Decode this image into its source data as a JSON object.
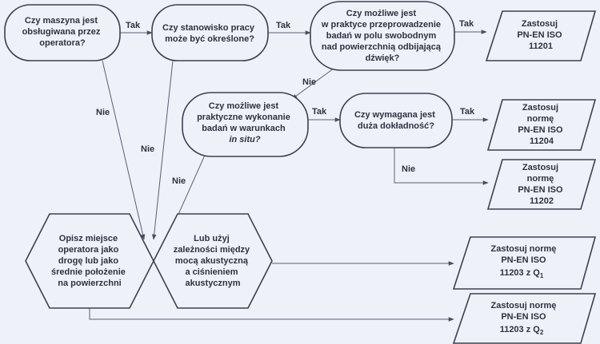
{
  "diagram": {
    "nodes": {
      "q_operator": [
        "Czy maszyna jest",
        "obsługiwana przez",
        "operatora?"
      ],
      "q_workstation": [
        "Czy stanowisko pracy",
        "może być określone?"
      ],
      "q_free_field": [
        "Czy możliwe jest",
        "w praktyce przeprowadzenie",
        "badań w polu swobodnym",
        "nad powierzchnią odbijającą",
        "dźwięk?"
      ],
      "r_11201": [
        "Zastosuj",
        "PN-EN ISO",
        "11201"
      ],
      "q_in_situ": [
        "Czy możliwe jest",
        "praktyczne wykonanie",
        "badań w warunkach",
        "in situ?"
      ],
      "q_accuracy": [
        "Czy wymagana jest",
        "duża dokładność?"
      ],
      "r_11204": [
        "Zastosuj",
        "normę",
        "PN-EN ISO",
        "11204"
      ],
      "r_11202": [
        "Zastosuj",
        "normę",
        "PN-EN ISO",
        "11202"
      ],
      "p_describe": [
        "Opisz miejsce",
        "operatora jako",
        "drogę lub jako",
        "średnie położenie",
        "na powierzchni"
      ],
      "p_relation": [
        "Lub użyj",
        "zależności między",
        "mocą akustyczną",
        "a ciśnieniem",
        "akustycznym"
      ],
      "r_11203_q1": [
        "Zastosuj normę",
        "PN-EN ISO",
        "11203 z Q",
        "1"
      ],
      "r_11203_q2": [
        "Zastosuj normę",
        "PN-EN ISO",
        "11203 z Q",
        "2"
      ]
    },
    "edge_labels": {
      "yes": "Tak",
      "no": "Nie"
    }
  }
}
